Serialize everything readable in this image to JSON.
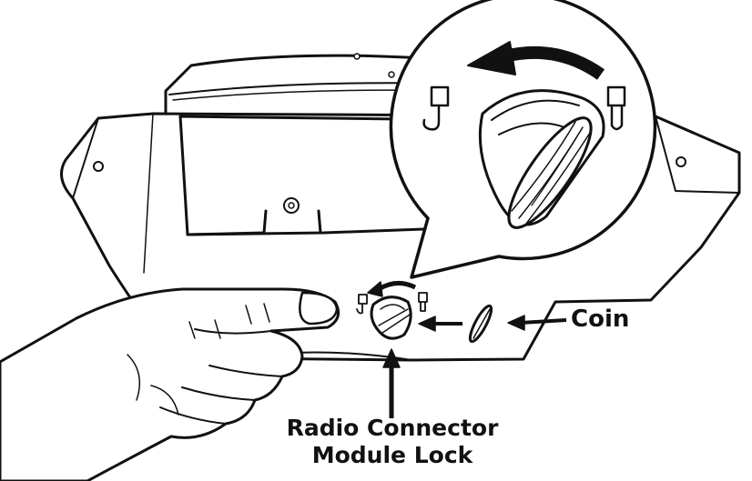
{
  "labels": {
    "coin": "Coin",
    "lock_line1": "Radio Connector",
    "lock_line2": "Module Lock"
  },
  "icons": {
    "rotation_arrow": "curved-arrow-left-icon",
    "pointer_arrow": "arrow-left-icon",
    "pointer_arrow_up": "arrow-up-icon"
  },
  "colors": {
    "ink": "#111111",
    "fill": "#ffffff"
  }
}
